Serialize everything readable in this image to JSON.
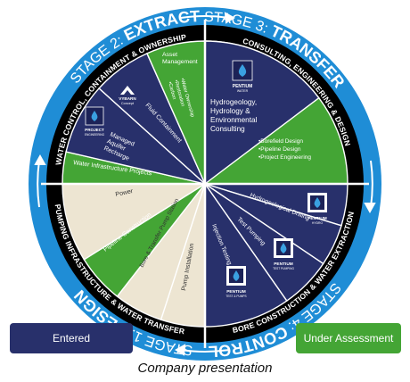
{
  "colors": {
    "ring": "#1f8dd6",
    "navy": "#28306b",
    "green": "#44a535",
    "beige": "#ede5d2",
    "band": "#000000"
  },
  "stages": [
    {
      "prefix": "STAGE 1: ",
      "word": "DESIGN"
    },
    {
      "prefix": "STAGE 2: ",
      "word": "EXTRACT"
    },
    {
      "prefix": "STAGE 3: ",
      "word": "TRANSFER"
    },
    {
      "prefix": "STAGE 4: ",
      "word": "CONTROL"
    }
  ],
  "quadrant_titles": [
    "CONSULTING, ENGINEERING & DESIGN",
    "BORE CONSTRUCTION & WATER EXTRACTION",
    "PUMPING INFRASTRUCTURE & WATER TRANSFER",
    "WATER CONTROL, CONTAINMENT & OWNERSHIP"
  ],
  "design": {
    "main": "Hydrogeology, Hydrology & Environmental Consulting",
    "bullets": [
      "•Borefield Design",
      "•Pipeline Design",
      "•Project Engineering"
    ],
    "logo_name": "PENTIUM",
    "logo_sub": "WATER"
  },
  "extract": {
    "items": [
      "Hydrogeological Drilling",
      "Test Pumping",
      "Injection Testing"
    ],
    "logo_hydro": {
      "name": "PENTIUM",
      "sub": "HYDRO"
    },
    "logo_test_pumping": {
      "name": "PENTIUM",
      "sub": "TEST PUMPING"
    },
    "logo_test_pumps": {
      "name": "PENTIUM",
      "sub": "TEST & PUMPS"
    }
  },
  "transfer": {
    "items": [
      "Power",
      "Pipeline Construction",
      "Bore & Transfer Pump Station",
      "Pump Installation"
    ]
  },
  "control": {
    "items": [
      "Water Infrastructure Projects",
      "Managed Aquifer Recharge",
      "Fluid Containment",
      "Asset Management"
    ],
    "sub_items": [
      "•Water Ownership",
      "•Restoration",
      "•Carbon"
    ],
    "vybarn_name": "VYBARN",
    "vybarn_sub": "Concept",
    "project_logo_name": "PROJECT",
    "project_logo_sub": "ENGINEERING"
  },
  "status": {
    "entered": "Entered",
    "under_assessment": "Under Assessment"
  },
  "caption": "Company presentation"
}
